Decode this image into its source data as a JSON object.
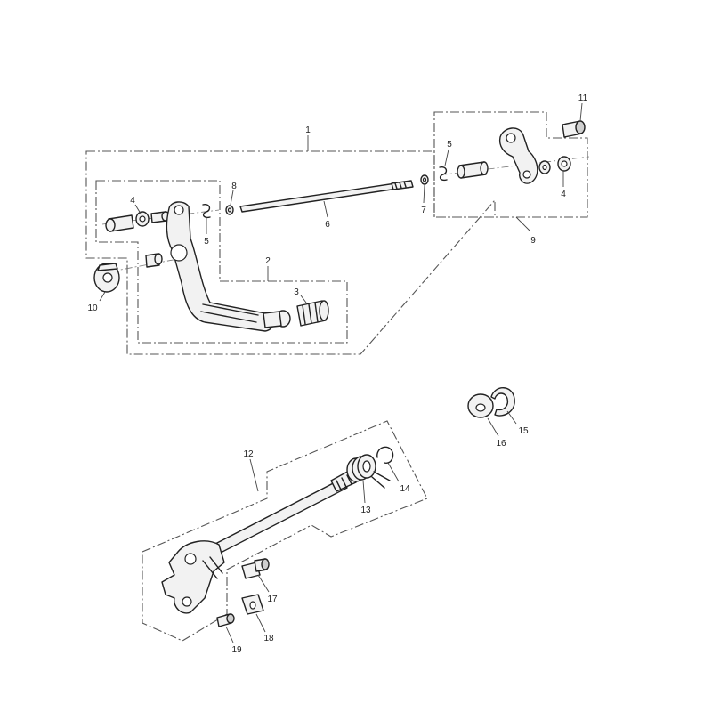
{
  "callouts": {
    "c1": "1",
    "c2": "2",
    "c3": "3",
    "c4a": "4",
    "c4b": "4",
    "c5a": "5",
    "c5b": "5",
    "c6": "6",
    "c7": "7",
    "c8": "8",
    "c9": "9",
    "c10": "10",
    "c11": "11",
    "c12": "12",
    "c13": "13",
    "c14": "14",
    "c15": "15",
    "c16": "16",
    "c17": "17",
    "c18": "18",
    "c19": "19"
  }
}
